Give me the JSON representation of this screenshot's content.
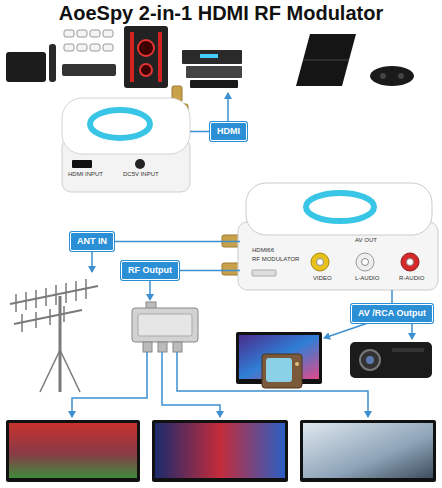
{
  "diagram": {
    "title": "AoeSpy 2-in-1 HDMI RF Modulator",
    "nodes": [
      {
        "text": [
          "HDMI INPUT",
          "DC5V INPUT"
        ]
      },
      {
        "text": [
          "HDMI"
        ]
      },
      {
        "text": [
          "ANT IN"
        ]
      },
      {
        "text": [
          "HDMI66",
          "RF MODULATOR",
          "AV OUT",
          "VIDEO",
          "L-AUDIO",
          "R-AUDIO"
        ]
      },
      {
        "text": [
          "RF Output"
        ]
      },
      {
        "text": [
          "AV /RCA Output"
        ]
      }
    ],
    "edges": [
      {
        "from": 0,
        "to": 1,
        "arrow": "none"
      },
      {
        "from": 3,
        "to": 2,
        "arrow": "none"
      },
      {
        "from": 3,
        "to": 4,
        "arrow": "none"
      },
      {
        "from": 3,
        "to": 5,
        "arrow": "none"
      }
    ]
  }
}
